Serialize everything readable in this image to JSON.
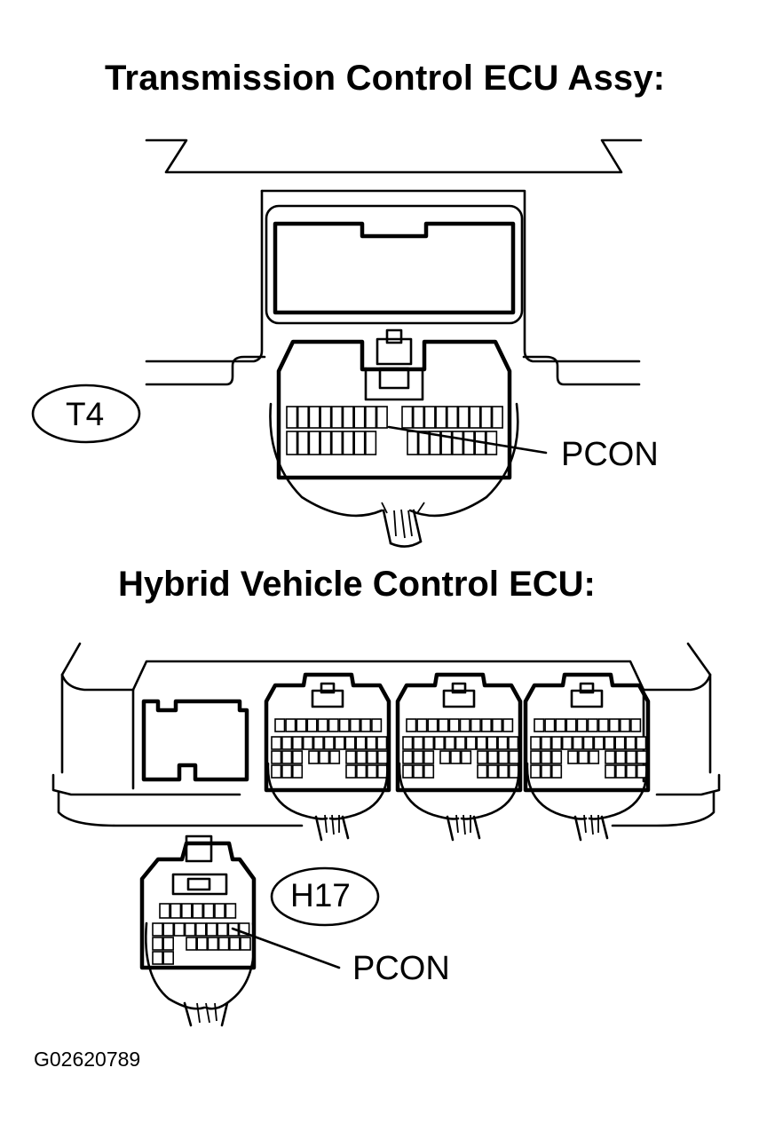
{
  "headings": {
    "transmission_ecu": "Transmission Control ECU Assy:",
    "hybrid_ecu": "Hybrid Vehicle Control ECU:"
  },
  "connectors": {
    "t4": {
      "label": "T4",
      "terminal": "PCON"
    },
    "h17": {
      "label": "H17",
      "terminal": "PCON"
    }
  },
  "figure_code": "G02620789"
}
